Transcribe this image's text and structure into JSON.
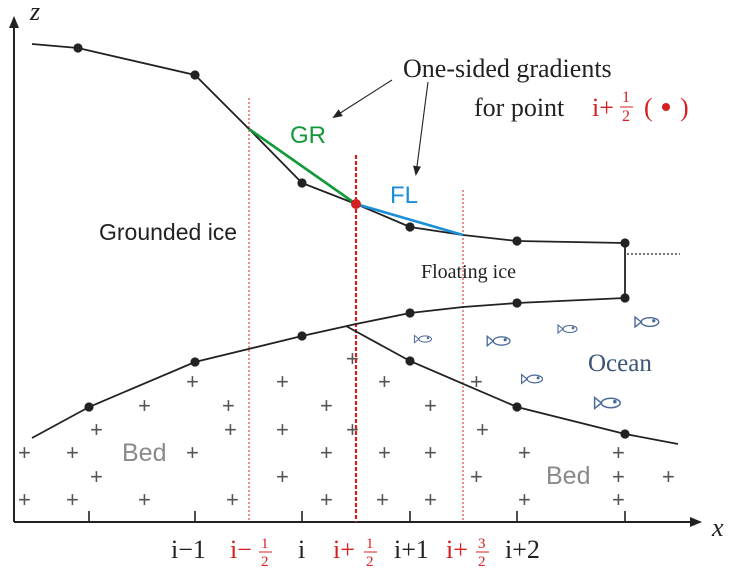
{
  "axes": {
    "x_label": "x",
    "z_label": "z",
    "ticks": [
      {
        "key": "i_minus_1",
        "text": "i−1",
        "color": "#222222"
      },
      {
        "key": "i_minus_half",
        "text": "i−",
        "frac_num": "1",
        "frac_den": "2",
        "color": "#d42020"
      },
      {
        "key": "i",
        "text": "i",
        "color": "#222222"
      },
      {
        "key": "i_plus_half",
        "text": "i+",
        "frac_num": "1",
        "frac_den": "2",
        "color": "#d42020"
      },
      {
        "key": "i_plus_1",
        "text": "i+1",
        "color": "#222222"
      },
      {
        "key": "i_plus_3half",
        "text": "i+",
        "frac_num": "3",
        "frac_den": "2",
        "color": "#d42020"
      },
      {
        "key": "i_plus_2",
        "text": "i+2",
        "color": "#222222"
      }
    ]
  },
  "labels": {
    "gradients_line1": "One-sided gradients",
    "gradients_line2": "for point",
    "point_text": "i+",
    "point_frac_num": "1",
    "point_frac_den": "2",
    "paren_open": "(",
    "paren_close": ")",
    "gr": "GR",
    "fl": "FL",
    "grounded_ice": "Grounded ice",
    "floating_ice": "Floating ice",
    "ocean": "Ocean",
    "bed_left": "Bed",
    "bed_right": "Bed",
    "plus": "+"
  },
  "colors": {
    "line": "#222222",
    "red": "#d42020",
    "green": "#129a3a",
    "blue": "#1b8ed8",
    "bed_text": "#8a8a8a",
    "ocean_text": "#3b5577",
    "fish": "#4a6a9a"
  }
}
